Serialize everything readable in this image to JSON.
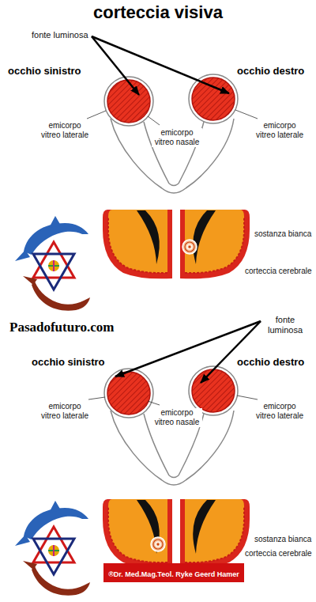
{
  "diagram": {
    "title": "corteccia visiva",
    "nodes": [
      {
        "text": [
          "®Dr. Med.Mag.Teol. Ryke Geerd Hamer"
        ]
      }
    ],
    "labels": [
      "fonte luminosa",
      "occhio sinistro",
      "occhio destro",
      "emicorpo vitreo laterale",
      "emicorpo vitreo nasale",
      "emicorpo vitreo laterale",
      "sostanza bianca",
      "corteccia cerebrale",
      "Pasadofuturo.com",
      "fonte luminosa",
      "occhio sinistro",
      "occhio destro",
      "emicorpo vitreo laterale",
      "emicorpo vitreo nasale",
      "emicorpo vitreo laterale",
      "sostanza bianca",
      "corteccia cerebrale"
    ]
  }
}
